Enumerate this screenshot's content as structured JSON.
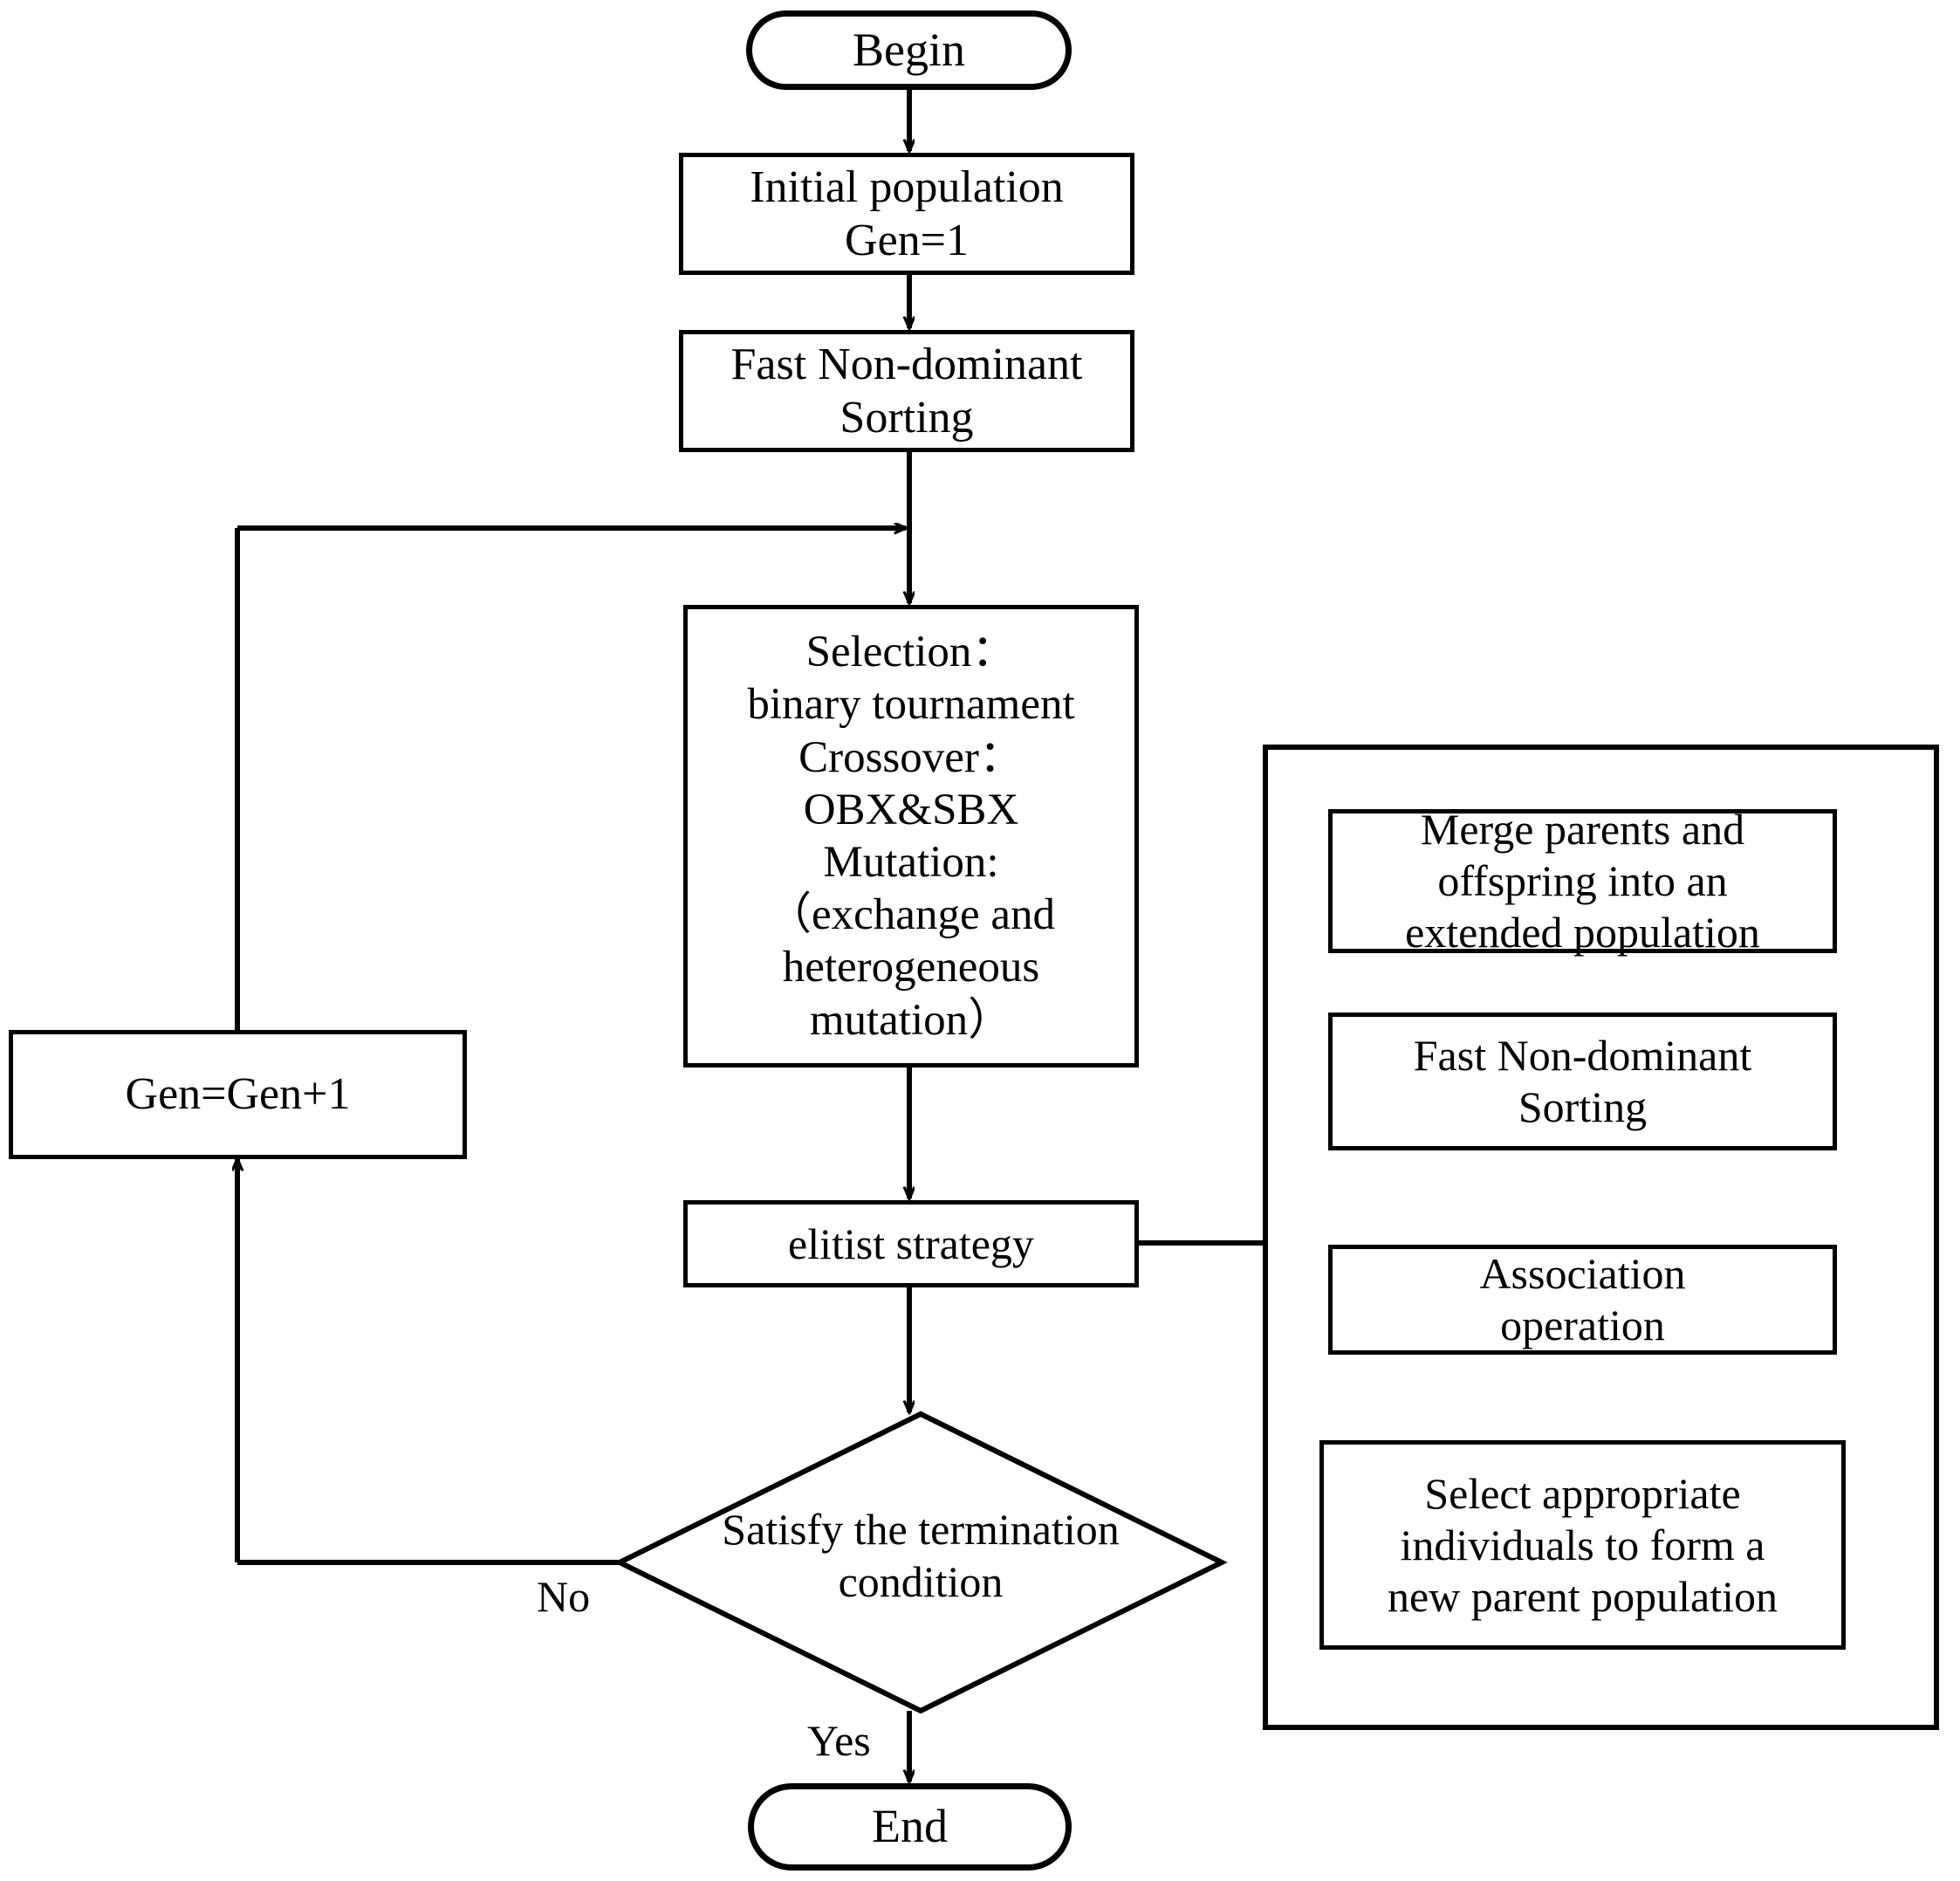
{
  "diagram": {
    "title": "Multi-objective genetic algorithm (NSGA-style) flowchart",
    "colors": {
      "stroke": "#000000",
      "fill": "#ffffff",
      "text": "#000000"
    },
    "nodes": {
      "begin": {
        "label": "Begin",
        "shape": "capsule"
      },
      "initial_population": {
        "line1": "Initial population",
        "line2": "Gen=1",
        "shape": "rectangle"
      },
      "fast_sorting_main": {
        "line1": "Fast Non-dominant",
        "line2": "Sorting",
        "shape": "rectangle"
      },
      "operators": {
        "shape": "rectangle",
        "line1": "Selection：",
        "line2": "binary tournament",
        "line3": "Crossover：",
        "line4": "OBX&SBX",
        "line5": "Mutation:",
        "line6": "（exchange and",
        "line7": "heterogeneous",
        "line8": "mutation）"
      },
      "elitist_strategy": {
        "label": "elitist strategy",
        "shape": "rectangle"
      },
      "gen_increment": {
        "label": "Gen=Gen+1",
        "shape": "rectangle"
      },
      "termination_decision": {
        "line1": "Satisfy the termination",
        "line2": "condition",
        "shape": "diamond"
      },
      "end": {
        "label": "End",
        "shape": "capsule"
      }
    },
    "elitist_panel": {
      "shape": "container-rectangle",
      "steps": [
        {
          "id": "merge",
          "line1": "Merge parents and",
          "line2": "offspring into an",
          "line3": "extended population"
        },
        {
          "id": "fast-sorting",
          "line1": "Fast Non-dominant",
          "line2": "Sorting"
        },
        {
          "id": "association",
          "line1": "Association",
          "line2": "operation"
        },
        {
          "id": "select-individuals",
          "line1": "Select appropriate",
          "line2": "individuals to form a",
          "line3": "new parent population"
        }
      ]
    },
    "edge_labels": {
      "no": "No",
      "yes": "Yes"
    }
  }
}
